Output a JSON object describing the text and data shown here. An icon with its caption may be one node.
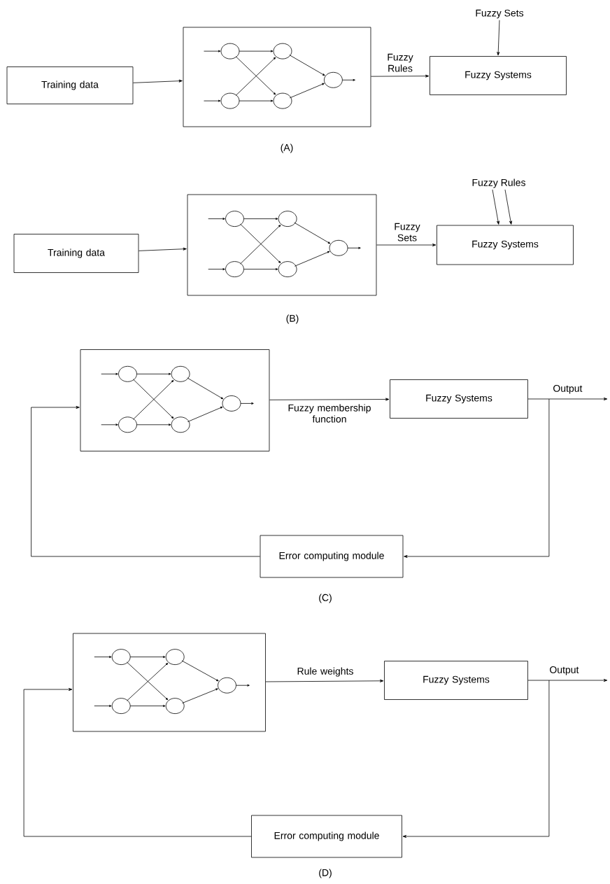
{
  "diagram": {
    "nodes": [
      {
        "text": [
          "Training data"
        ]
      },
      {
        "text": [],
        "shape": "box"
      },
      {
        "text": [
          "Fuzzy Systems"
        ]
      },
      {
        "text": [
          "Fuzzy Sets"
        ]
      },
      {
        "text": [
          "Training data"
        ]
      },
      {
        "text": [],
        "shape": "box"
      },
      {
        "text": [
          "Fuzzy Systems"
        ]
      },
      {
        "text": [
          "Fuzzy Rules"
        ]
      },
      {
        "text": [],
        "shape": "box"
      },
      {
        "text": [
          "Fuzzy Systems"
        ]
      },
      {
        "text": [
          "Error computing module"
        ]
      },
      {
        "text": [],
        "shape": "box"
      },
      {
        "text": [
          "Fuzzy Systems"
        ]
      },
      {
        "text": [
          "Error computing module"
        ]
      }
    ],
    "edges": [
      {
        "from": 0,
        "to": 1,
        "arrow": "to"
      },
      {
        "from": 1,
        "to": 2,
        "arrow": "to",
        "label": "Fuzzy Rules"
      },
      {
        "from": 3,
        "to": 2,
        "arrow": "to"
      },
      {
        "from": 4,
        "to": 5,
        "arrow": "to"
      },
      {
        "from": 5,
        "to": 6,
        "arrow": "to",
        "label": "Fuzzy Sets"
      },
      {
        "from": 7,
        "to": 6,
        "arrow": "to"
      },
      {
        "from": 7,
        "to": 6,
        "arrow": "to"
      },
      {
        "from": 8,
        "to": 9,
        "arrow": "to",
        "label": "Fuzzy membership function"
      },
      {
        "from": 9,
        "to": null,
        "arrow": "to",
        "label": "Output"
      },
      {
        "from": 9,
        "to": 10,
        "arrow": "to"
      },
      {
        "from": 10,
        "to": 8,
        "arrow": "to"
      },
      {
        "from": 11,
        "to": 12,
        "arrow": "to",
        "label": "Rule weights"
      },
      {
        "from": 12,
        "to": null,
        "arrow": "to",
        "label": "Output"
      },
      {
        "from": 12,
        "to": 13,
        "arrow": "to"
      },
      {
        "from": 13,
        "to": 11,
        "arrow": "to"
      }
    ],
    "labels": [
      "(A)",
      "(B)",
      "(C)",
      "(D)"
    ]
  }
}
